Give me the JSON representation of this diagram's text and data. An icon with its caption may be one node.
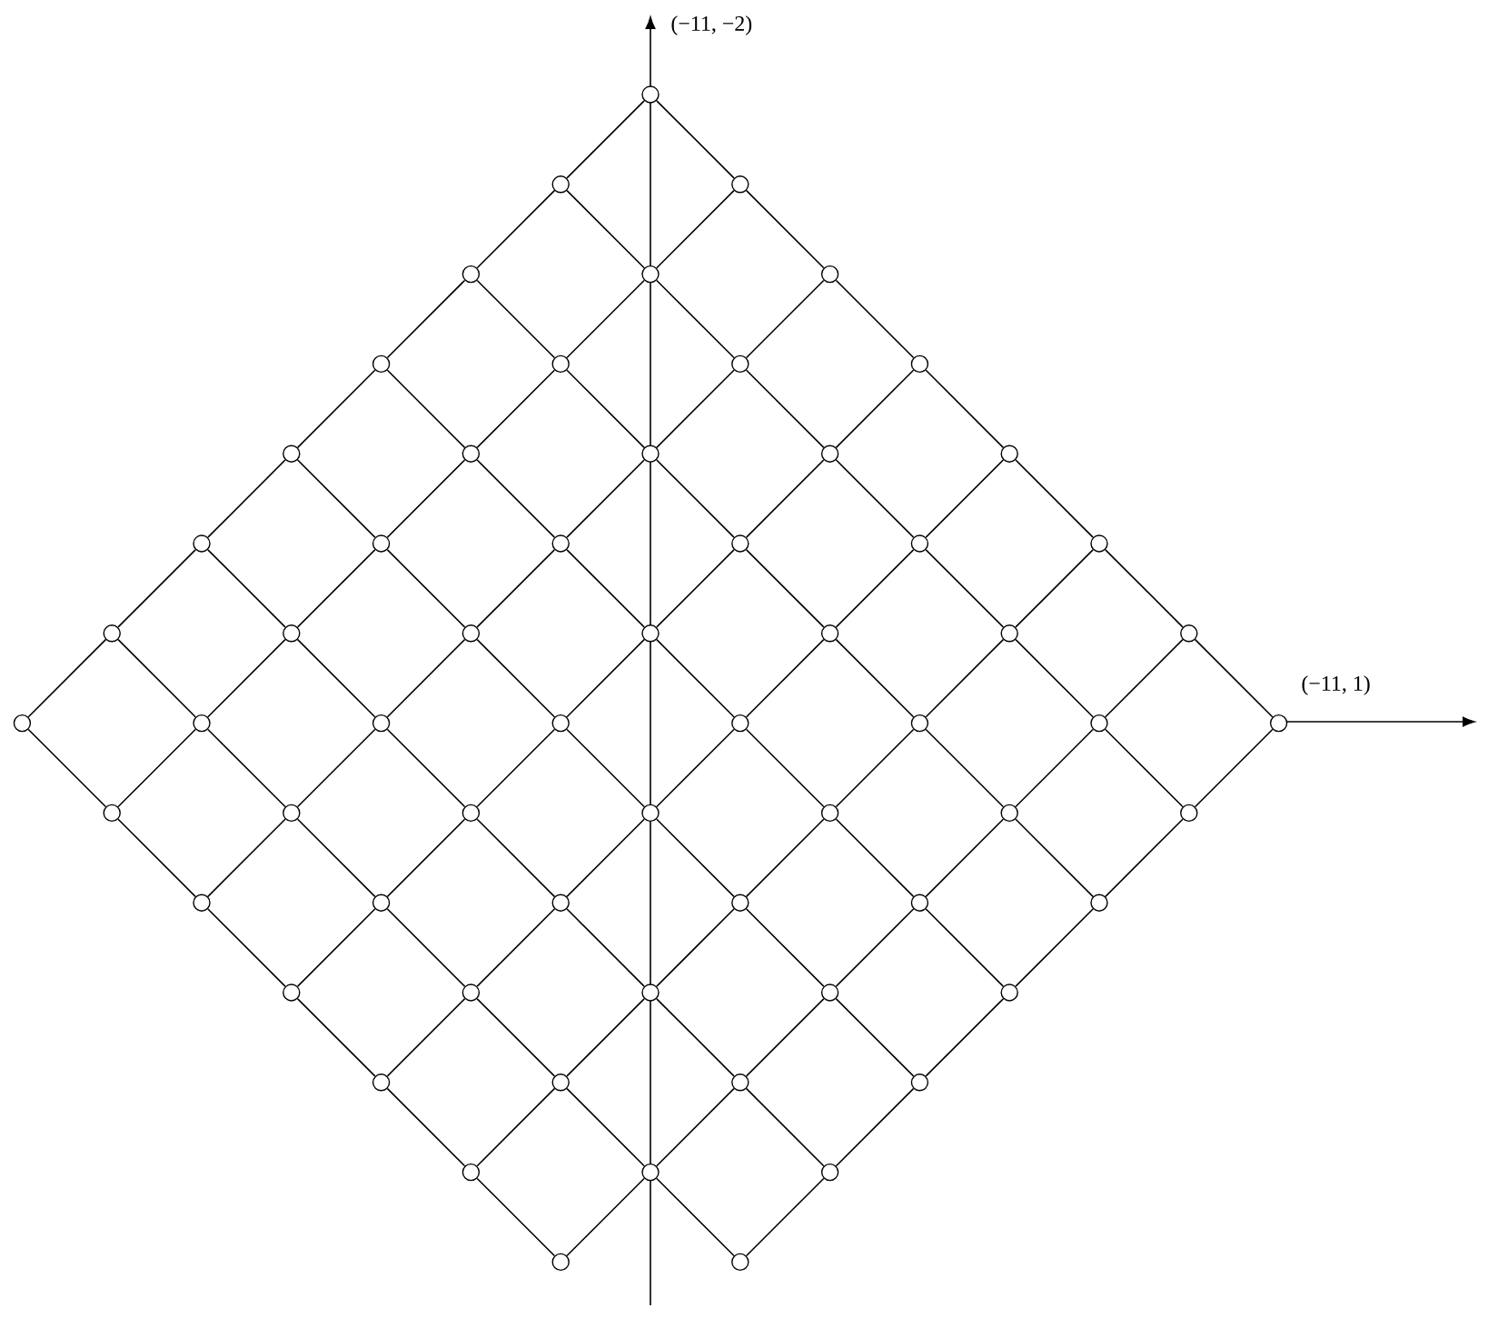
{
  "diagram": {
    "nodes": [
      {
        "text": [],
        "shape": "circle"
      },
      {
        "text": [],
        "shape": "circle"
      },
      {
        "text": [],
        "shape": "circle"
      },
      {
        "text": [],
        "shape": "circle"
      },
      {
        "text": [],
        "shape": "circle"
      },
      {
        "text": [],
        "shape": "circle"
      },
      {
        "text": [],
        "shape": "circle"
      },
      {
        "text": [],
        "shape": "circle"
      },
      {
        "text": [],
        "shape": "circle"
      },
      {
        "text": [],
        "shape": "circle"
      },
      {
        "text": [],
        "shape": "circle"
      },
      {
        "text": [],
        "shape": "circle"
      },
      {
        "text": [],
        "shape": "circle"
      },
      {
        "text": [],
        "shape": "circle"
      },
      {
        "text": [],
        "shape": "circle"
      },
      {
        "text": [],
        "shape": "circle"
      },
      {
        "text": [],
        "shape": "circle"
      },
      {
        "text": [],
        "shape": "circle"
      },
      {
        "text": [],
        "shape": "circle"
      },
      {
        "text": [],
        "shape": "circle"
      },
      {
        "text": [],
        "shape": "circle"
      },
      {
        "text": [],
        "shape": "circle"
      },
      {
        "text": [],
        "shape": "circle"
      },
      {
        "text": [],
        "shape": "circle"
      },
      {
        "text": [],
        "shape": "circle"
      },
      {
        "text": [],
        "shape": "circle"
      },
      {
        "text": [],
        "shape": "circle"
      },
      {
        "text": [],
        "shape": "circle"
      },
      {
        "text": [],
        "shape": "circle"
      },
      {
        "text": [],
        "shape": "circle"
      },
      {
        "text": [],
        "shape": "circle"
      },
      {
        "text": [],
        "shape": "circle"
      },
      {
        "text": [],
        "shape": "circle"
      },
      {
        "text": [],
        "shape": "circle"
      },
      {
        "text": [],
        "shape": "circle"
      },
      {
        "text": [],
        "shape": "circle"
      },
      {
        "text": [],
        "shape": "circle"
      },
      {
        "text": [],
        "shape": "circle"
      },
      {
        "text": [],
        "shape": "circle"
      },
      {
        "text": [],
        "shape": "circle"
      },
      {
        "text": [],
        "shape": "circle"
      },
      {
        "text": [],
        "shape": "circle"
      },
      {
        "text": [],
        "shape": "circle"
      },
      {
        "text": [],
        "shape": "circle"
      },
      {
        "text": [],
        "shape": "circle"
      },
      {
        "text": [],
        "shape": "circle"
      },
      {
        "text": [],
        "shape": "circle"
      },
      {
        "text": [],
        "shape": "circle"
      },
      {
        "text": [],
        "shape": "circle"
      },
      {
        "text": [],
        "shape": "circle"
      },
      {
        "text": [],
        "shape": "circle"
      },
      {
        "text": [],
        "shape": "circle"
      },
      {
        "text": [],
        "shape": "circle"
      },
      {
        "text": [],
        "shape": "circle"
      },
      {
        "text": [],
        "shape": "circle"
      },
      {
        "text": [],
        "shape": "circle"
      },
      {
        "text": [],
        "shape": "circle"
      },
      {
        "text": [],
        "shape": "circle"
      },
      {
        "text": [],
        "shape": "circle"
      },
      {
        "text": [],
        "shape": "circle"
      },
      {
        "text": [],
        "shape": "circle"
      },
      {
        "text": [],
        "shape": "circle"
      },
      {
        "text": [],
        "shape": "circle"
      }
    ],
    "edges": [
      {
        "from": 0,
        "to": 1,
        "arrow": "none"
      },
      {
        "from": 0,
        "to": 2,
        "arrow": "none"
      },
      {
        "from": 1,
        "to": 3,
        "arrow": "none"
      },
      {
        "from": 1,
        "to": 4,
        "arrow": "none"
      },
      {
        "from": 2,
        "to": 4,
        "arrow": "none"
      },
      {
        "from": 2,
        "to": 5,
        "arrow": "none"
      },
      {
        "from": 3,
        "to": 6,
        "arrow": "none"
      },
      {
        "from": 3,
        "to": 7,
        "arrow": "none"
      },
      {
        "from": 4,
        "to": 7,
        "arrow": "none"
      },
      {
        "from": 4,
        "to": 8,
        "arrow": "none"
      },
      {
        "from": 5,
        "to": 8,
        "arrow": "none"
      },
      {
        "from": 5,
        "to": 9,
        "arrow": "none"
      },
      {
        "from": 6,
        "to": 10,
        "arrow": "none"
      },
      {
        "from": 6,
        "to": 11,
        "arrow": "none"
      },
      {
        "from": 7,
        "to": 11,
        "arrow": "none"
      },
      {
        "from": 7,
        "to": 12,
        "arrow": "none"
      },
      {
        "from": 8,
        "to": 12,
        "arrow": "none"
      },
      {
        "from": 8,
        "to": 13,
        "arrow": "none"
      },
      {
        "from": 9,
        "to": 13,
        "arrow": "none"
      },
      {
        "from": 9,
        "to": 14,
        "arrow": "none"
      },
      {
        "from": 10,
        "to": 15,
        "arrow": "none"
      },
      {
        "from": 10,
        "to": 16,
        "arrow": "none"
      },
      {
        "from": 11,
        "to": 16,
        "arrow": "none"
      },
      {
        "from": 11,
        "to": 17,
        "arrow": "none"
      },
      {
        "from": 12,
        "to": 17,
        "arrow": "none"
      },
      {
        "from": 12,
        "to": 18,
        "arrow": "none"
      },
      {
        "from": 13,
        "to": 18,
        "arrow": "none"
      },
      {
        "from": 13,
        "to": 19,
        "arrow": "none"
      },
      {
        "from": 14,
        "to": 19,
        "arrow": "none"
      },
      {
        "from": 14,
        "to": 20,
        "arrow": "none"
      },
      {
        "from": 15,
        "to": 21,
        "arrow": "none"
      },
      {
        "from": 15,
        "to": 22,
        "arrow": "none"
      },
      {
        "from": 16,
        "to": 22,
        "arrow": "none"
      },
      {
        "from": 16,
        "to": 23,
        "arrow": "none"
      },
      {
        "from": 17,
        "to": 23,
        "arrow": "none"
      },
      {
        "from": 17,
        "to": 24,
        "arrow": "none"
      },
      {
        "from": 18,
        "to": 24,
        "arrow": "none"
      },
      {
        "from": 18,
        "to": 25,
        "arrow": "none"
      },
      {
        "from": 19,
        "to": 25,
        "arrow": "none"
      },
      {
        "from": 19,
        "to": 26,
        "arrow": "none"
      },
      {
        "from": 20,
        "to": 26,
        "arrow": "none"
      },
      {
        "from": 20,
        "to": 27,
        "arrow": "none"
      },
      {
        "from": 21,
        "to": 28,
        "arrow": "none"
      },
      {
        "from": 21,
        "to": 29,
        "arrow": "none"
      },
      {
        "from": 22,
        "to": 29,
        "arrow": "none"
      },
      {
        "from": 22,
        "to": 30,
        "arrow": "none"
      },
      {
        "from": 23,
        "to": 30,
        "arrow": "none"
      },
      {
        "from": 23,
        "to": 31,
        "arrow": "none"
      },
      {
        "from": 24,
        "to": 31,
        "arrow": "none"
      },
      {
        "from": 24,
        "to": 32,
        "arrow": "none"
      },
      {
        "from": 25,
        "to": 32,
        "arrow": "none"
      },
      {
        "from": 25,
        "to": 33,
        "arrow": "none"
      },
      {
        "from": 26,
        "to": 33,
        "arrow": "none"
      },
      {
        "from": 26,
        "to": 34,
        "arrow": "none"
      },
      {
        "from": 27,
        "to": 34,
        "arrow": "none"
      },
      {
        "from": 27,
        "to": 35,
        "arrow": "none"
      },
      {
        "from": 28,
        "to": 36,
        "arrow": "none"
      },
      {
        "from": 29,
        "to": 36,
        "arrow": "none"
      },
      {
        "from": 29,
        "to": 37,
        "arrow": "none"
      },
      {
        "from": 30,
        "to": 37,
        "arrow": "none"
      },
      {
        "from": 30,
        "to": 38,
        "arrow": "none"
      },
      {
        "from": 31,
        "to": 38,
        "arrow": "none"
      },
      {
        "from": 31,
        "to": 39,
        "arrow": "none"
      },
      {
        "from": 32,
        "to": 39,
        "arrow": "none"
      },
      {
        "from": 32,
        "to": 40,
        "arrow": "none"
      },
      {
        "from": 33,
        "to": 40,
        "arrow": "none"
      },
      {
        "from": 33,
        "to": 41,
        "arrow": "none"
      },
      {
        "from": 34,
        "to": 41,
        "arrow": "none"
      },
      {
        "from": 34,
        "to": 42,
        "arrow": "none"
      },
      {
        "from": 35,
        "to": 42,
        "arrow": "none"
      },
      {
        "from": 36,
        "to": 43,
        "arrow": "none"
      },
      {
        "from": 37,
        "to": 43,
        "arrow": "none"
      },
      {
        "from": 37,
        "to": 44,
        "arrow": "none"
      },
      {
        "from": 38,
        "to": 44,
        "arrow": "none"
      },
      {
        "from": 38,
        "to": 45,
        "arrow": "none"
      },
      {
        "from": 39,
        "to": 45,
        "arrow": "none"
      },
      {
        "from": 39,
        "to": 46,
        "arrow": "none"
      },
      {
        "from": 40,
        "to": 46,
        "arrow": "none"
      },
      {
        "from": 40,
        "to": 47,
        "arrow": "none"
      },
      {
        "from": 41,
        "to": 47,
        "arrow": "none"
      },
      {
        "from": 41,
        "to": 48,
        "arrow": "none"
      },
      {
        "from": 42,
        "to": 48,
        "arrow": "none"
      },
      {
        "from": 43,
        "to": 49,
        "arrow": "none"
      },
      {
        "from": 44,
        "to": 49,
        "arrow": "none"
      },
      {
        "from": 44,
        "to": 50,
        "arrow": "none"
      },
      {
        "from": 45,
        "to": 50,
        "arrow": "none"
      },
      {
        "from": 45,
        "to": 51,
        "arrow": "none"
      },
      {
        "from": 46,
        "to": 51,
        "arrow": "none"
      },
      {
        "from": 46,
        "to": 52,
        "arrow": "none"
      },
      {
        "from": 47,
        "to": 52,
        "arrow": "none"
      },
      {
        "from": 47,
        "to": 53,
        "arrow": "none"
      },
      {
        "from": 48,
        "to": 53,
        "arrow": "none"
      },
      {
        "from": 49,
        "to": 54,
        "arrow": "none"
      },
      {
        "from": 50,
        "to": 54,
        "arrow": "none"
      },
      {
        "from": 50,
        "to": 55,
        "arrow": "none"
      },
      {
        "from": 51,
        "to": 55,
        "arrow": "none"
      },
      {
        "from": 51,
        "to": 56,
        "arrow": "none"
      },
      {
        "from": 52,
        "to": 56,
        "arrow": "none"
      },
      {
        "from": 52,
        "to": 57,
        "arrow": "none"
      },
      {
        "from": 53,
        "to": 57,
        "arrow": "none"
      },
      {
        "from": 54,
        "to": 58,
        "arrow": "none"
      },
      {
        "from": 55,
        "to": 58,
        "arrow": "none"
      },
      {
        "from": 55,
        "to": 59,
        "arrow": "none"
      },
      {
        "from": 56,
        "to": 59,
        "arrow": "none"
      },
      {
        "from": 56,
        "to": 60,
        "arrow": "none"
      },
      {
        "from": 57,
        "to": 60,
        "arrow": "none"
      },
      {
        "from": 58,
        "to": 61,
        "arrow": "none"
      },
      {
        "from": 59,
        "to": 61,
        "arrow": "none"
      },
      {
        "from": 59,
        "to": 62,
        "arrow": "none"
      },
      {
        "from": 60,
        "to": 62,
        "arrow": "none"
      }
    ],
    "labels": [
      "(−11, −2)",
      "(−11, 1)"
    ]
  }
}
